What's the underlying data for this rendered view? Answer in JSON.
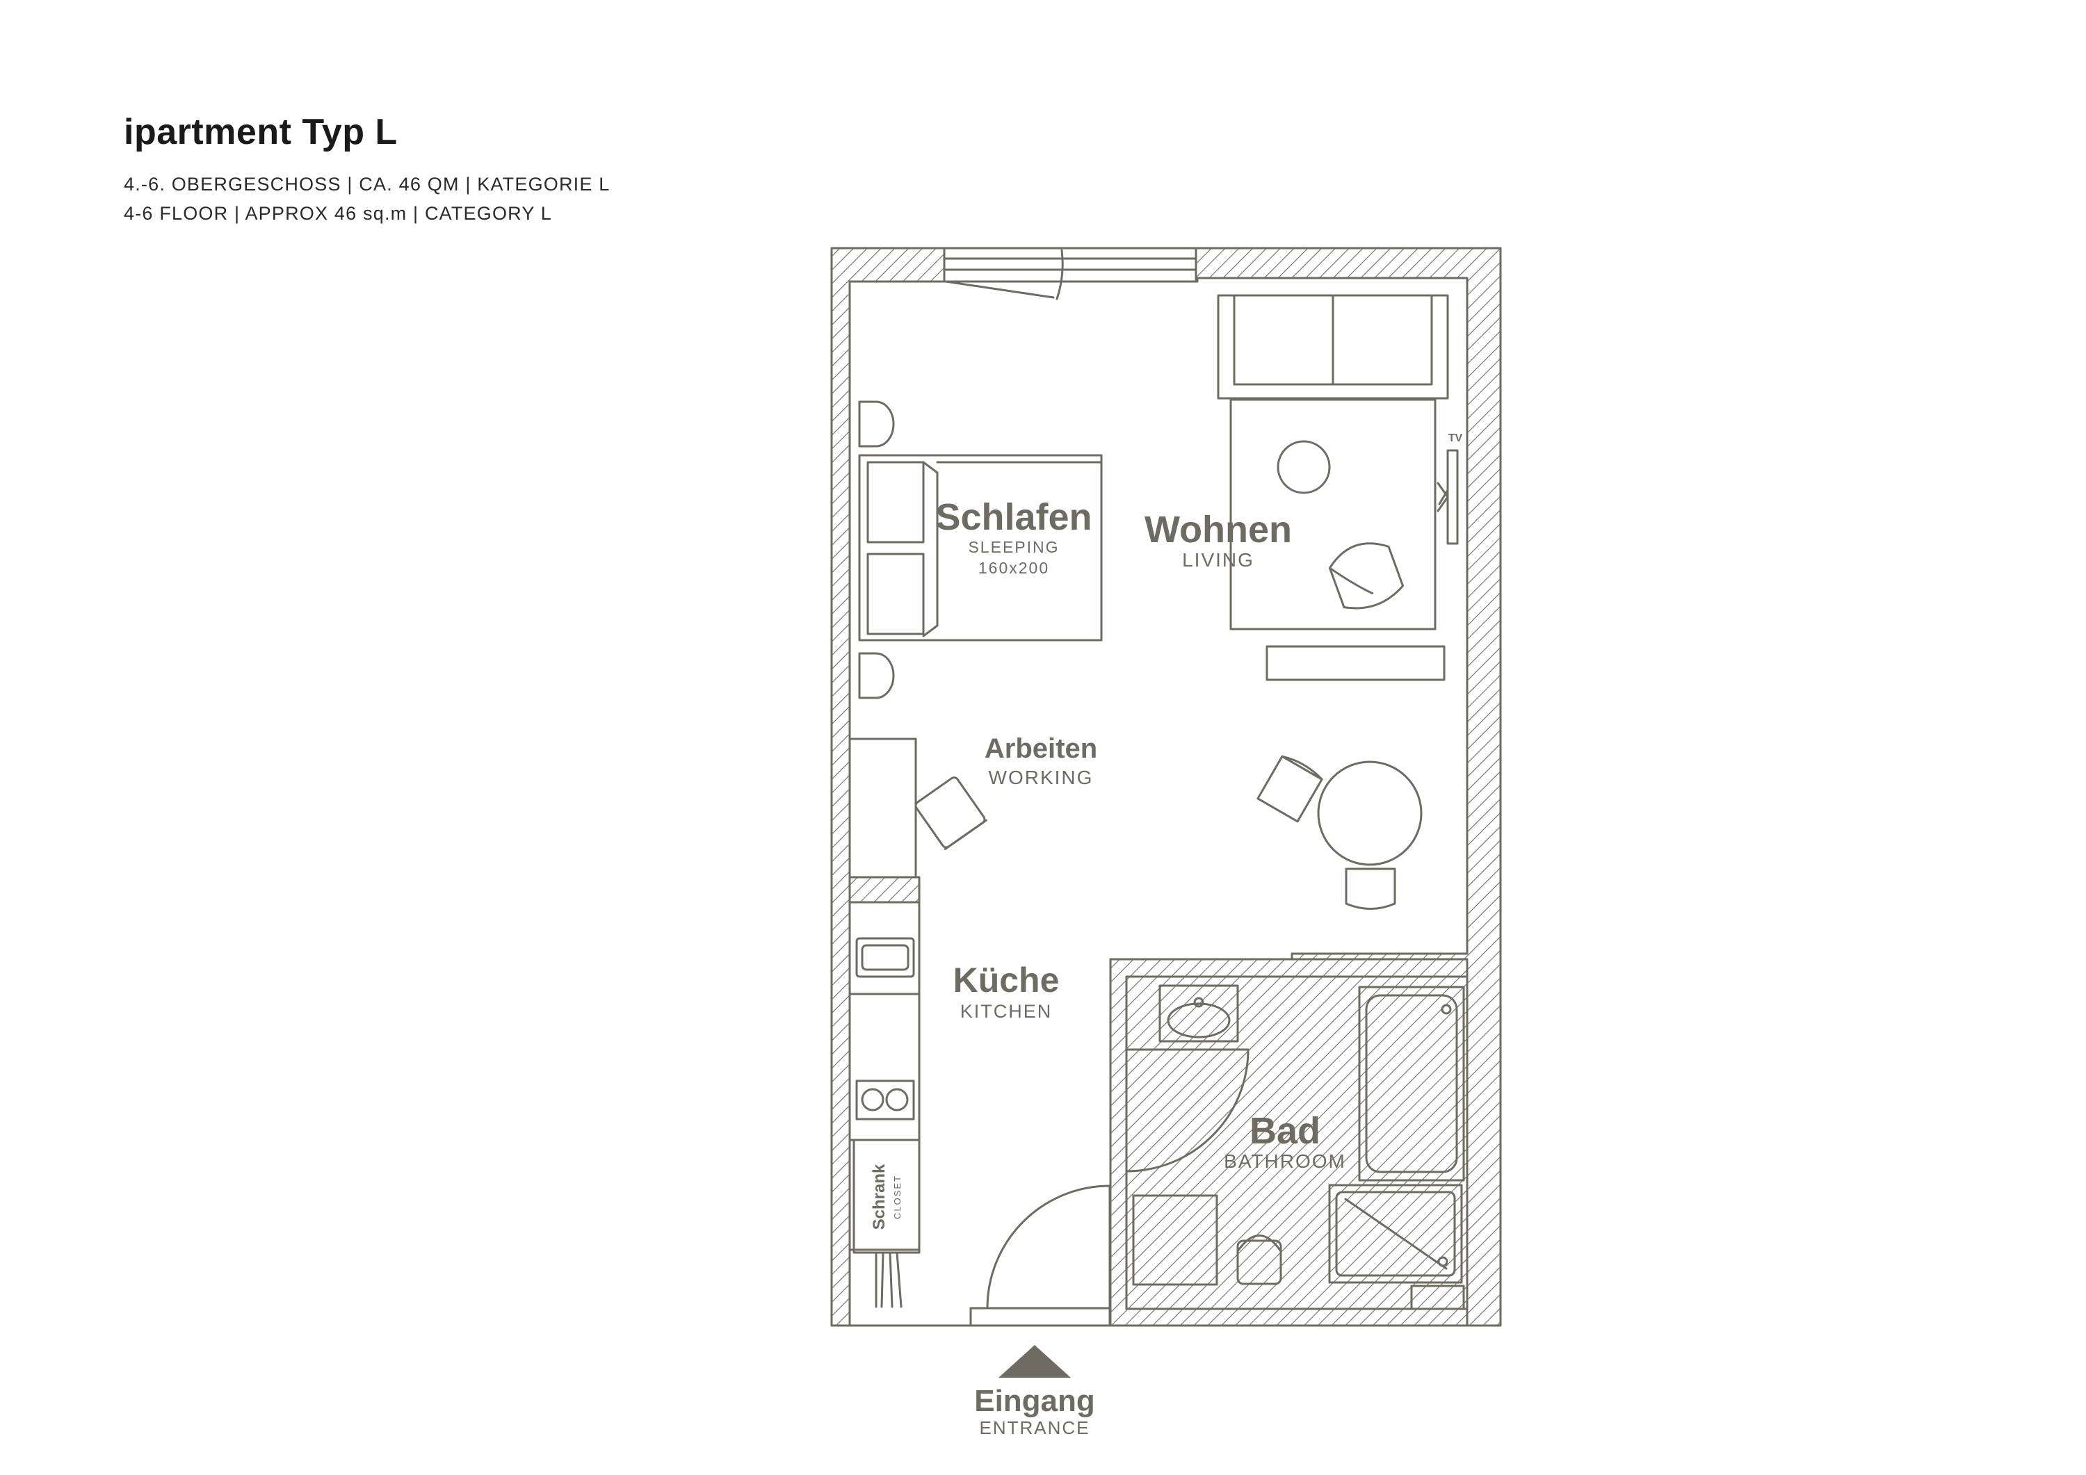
{
  "header": {
    "title": "ipartment Typ L",
    "subtitle_de": "4.-6. OBERGESCHOSS | CA. 46 QM | KATEGORIE L",
    "subtitle_en": "4-6 FLOOR | APPROX 46 sq.m | CATEGORY L"
  },
  "rooms": {
    "schlafen": {
      "name": "Schlafen",
      "en": "SLEEPING",
      "size": "160x200"
    },
    "wohnen": {
      "name": "Wohnen",
      "en": "LIVING"
    },
    "arbeiten": {
      "name": "Arbeiten",
      "en": "WORKING"
    },
    "kueche": {
      "name": "Küche",
      "en": "KITCHEN"
    },
    "bad": {
      "name": "Bad",
      "en": "BATHROOM"
    },
    "schrank": {
      "name": "Schrank",
      "en": "CLOSET"
    }
  },
  "tv_label": "TV",
  "entrance": {
    "name": "Eingang",
    "en": "ENTRANCE"
  },
  "colors": {
    "line": "#6d6b62",
    "text_dark": "#1a1a1a",
    "room_label": "#6d6b62"
  }
}
